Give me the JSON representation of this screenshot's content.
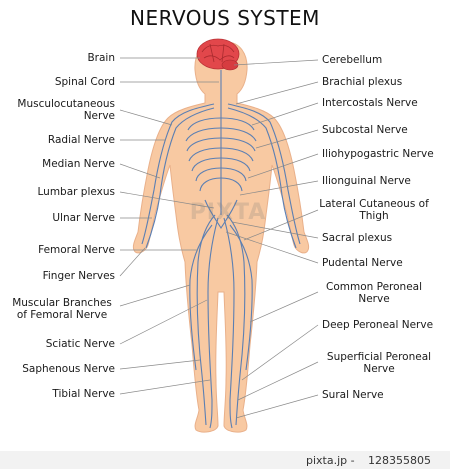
{
  "title": "NERVOUS SYSTEM",
  "colors": {
    "skin": "#f8c9a2",
    "skin_outline": "#e9b08a",
    "nerve": "#5b7fb3",
    "brain": "#e2474b",
    "leader": "#8a8a8a"
  },
  "labels_left": [
    "Brain",
    "Spinal Cord",
    "Musculocutaneous Nerve",
    "Radial Nerve",
    "Median Nerve",
    "Lumbar plexus",
    "Ulnar Nerve",
    "Femoral Nerve",
    "Finger Nerves",
    "Muscular Branches of Femoral Nerve",
    "Sciatic Nerve",
    "Saphenous Nerve",
    "Tibial Nerve"
  ],
  "labels_right": [
    "Cerebellum",
    "Brachial plexus",
    "Intercostals Nerve",
    "Subcostal Nerve",
    "Iliohypogastric Nerve",
    "Ilionguinal Nerve",
    "Lateral Cutaneous of Thigh",
    "Sacral plexus",
    "Pudental Nerve",
    "Common Peroneal Nerve",
    "Deep Peroneal Nerve",
    "Superficial Peroneal Nerve",
    "Sural Nerve"
  ],
  "watermark": {
    "center": "PIXTA",
    "site": "pixta.jp",
    "separator": "-",
    "id": "128355805"
  }
}
